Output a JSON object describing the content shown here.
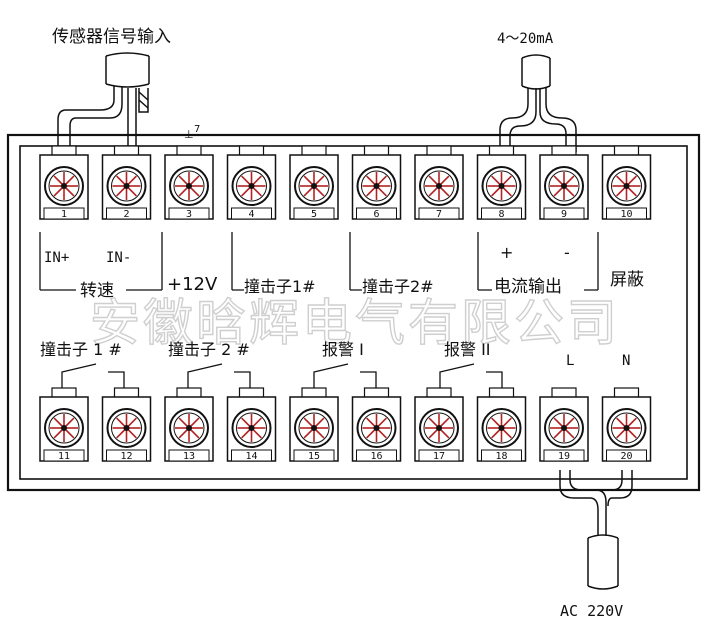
{
  "labels": {
    "sensor_input": "传感器信号输入",
    "current_range": "4～20mA",
    "ac_power": "AC 220V",
    "in_plus": "IN+",
    "in_minus": "IN-",
    "speed": "转速",
    "plus12v": "+12V",
    "striker1": "撞击子1#",
    "striker2": "撞击子2#",
    "plus": "+",
    "minus": "-",
    "current_output": "电流输出",
    "shield": "屏蔽",
    "striker1_b": "撞击子 1 #",
    "striker2_b": "撞击子 2 #",
    "alarm1": "报警 I",
    "alarm2": "报警 II",
    "line": "L",
    "neutral": "N",
    "watermark": "安徽晗辉电气有限公司",
    "ground_mark": "⊥",
    "ground_num": "7"
  },
  "terminals_top": [
    "1",
    "2",
    "3",
    "4",
    "5",
    "6",
    "7",
    "8",
    "9",
    "10"
  ],
  "terminals_bottom": [
    "11",
    "12",
    "13",
    "14",
    "15",
    "16",
    "17",
    "18",
    "19",
    "20"
  ]
}
